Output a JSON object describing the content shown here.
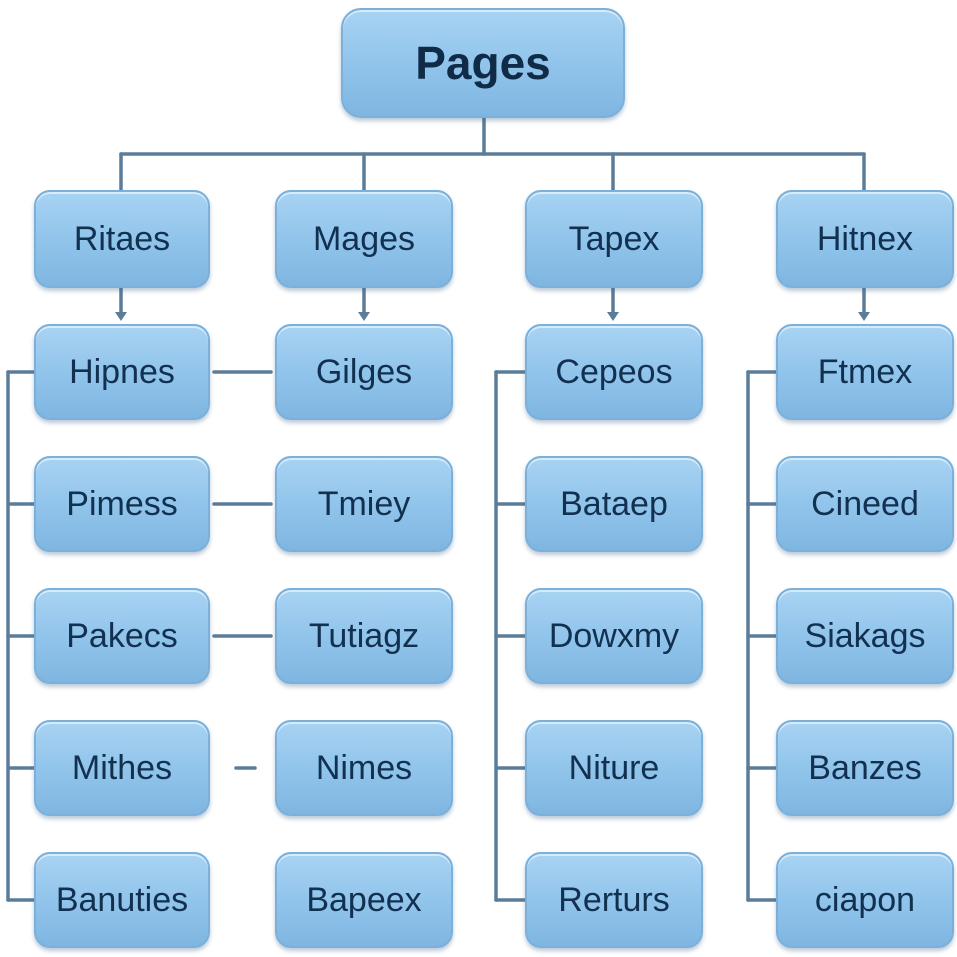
{
  "diagram": {
    "root": {
      "label": "Pages"
    },
    "columns": [
      {
        "label": "Ritaes",
        "children": [
          "Hipnes",
          "Pimess",
          "Pakecs",
          "Mithes",
          "Banuties"
        ]
      },
      {
        "label": "Mages",
        "children": [
          "Gilges",
          "Tmiey",
          "Tutiagz",
          "Nimes",
          "Bapeex"
        ]
      },
      {
        "label": "Tapex",
        "children": [
          "Cepeos",
          "Bataep",
          "Dowxmy",
          "Niture",
          "Rerturs"
        ]
      },
      {
        "label": "Hitnex",
        "children": [
          "Ftmex",
          "Cineed",
          "Siakags",
          "Banzes",
          "ciapon"
        ]
      }
    ]
  }
}
